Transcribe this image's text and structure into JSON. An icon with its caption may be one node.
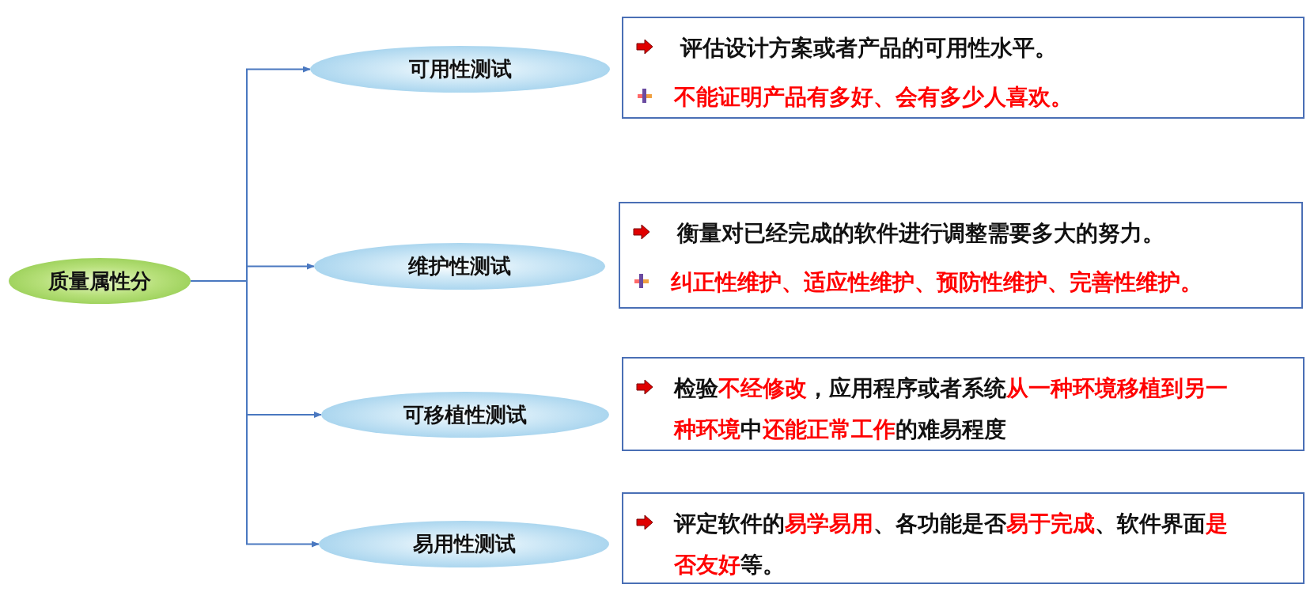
{
  "diagram": {
    "nodes": [
      {
        "text": [
          "质量属性分"
        ]
      },
      {
        "text": [
          "可用性测试"
        ]
      },
      {
        "text": [
          "维护性测试"
        ]
      },
      {
        "text": [
          "可移植性测试"
        ]
      },
      {
        "text": [
          "易用性测试"
        ]
      },
      {
        "text": [
          "评估设计方案或者产品的可用性水平。",
          "不能证明产品有多好、会有多少人喜欢。"
        ]
      },
      {
        "text": [
          "衡量对已经完成的软件进行调整需要多大的努力。",
          "纠正性维护、适应性维护、预防性维护、完善性维护。"
        ]
      },
      {
        "text": [
          "检验**不经修改**，应用程序或者系统**从一种环境移植到另一种环境**中**还能正常工作**的难易程度"
        ]
      },
      {
        "text": [
          "评定软件的**易学易用**、各功能是否**易于完成**、软件界面**是否友好**等。"
        ]
      }
    ],
    "edges": [
      {
        "from": 0,
        "to": 1,
        "arrow": "to"
      },
      {
        "from": 0,
        "to": 2,
        "arrow": "to"
      },
      {
        "from": 0,
        "to": 3,
        "arrow": "to"
      },
      {
        "from": 0,
        "to": 4,
        "arrow": "to"
      }
    ]
  }
}
